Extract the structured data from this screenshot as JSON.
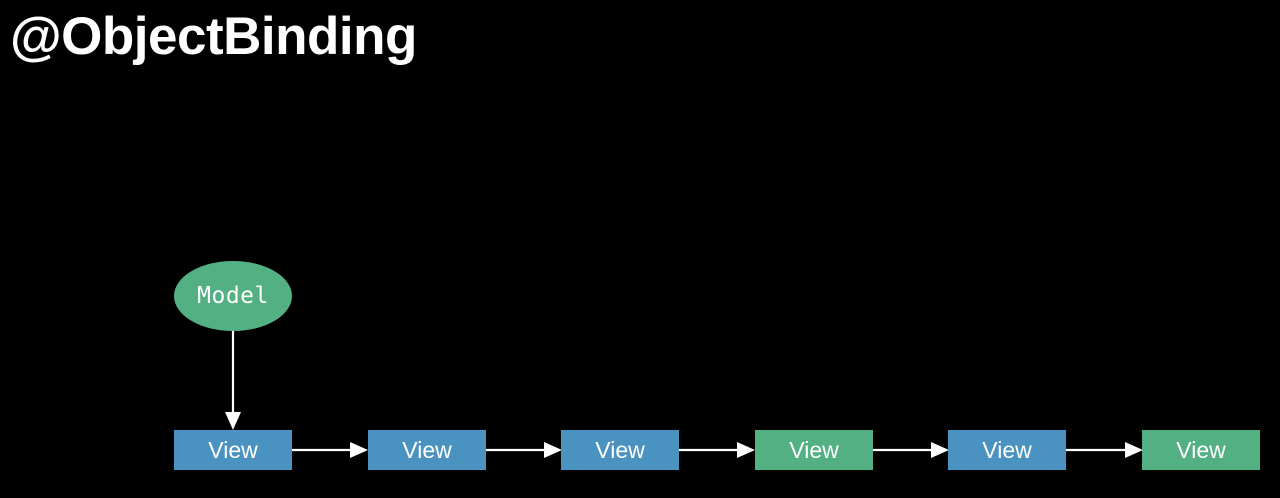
{
  "slide": {
    "title": "@ObjectBinding",
    "background_color": "#000000",
    "title_color": "#ffffff"
  },
  "colors": {
    "blue": "#4a92c0",
    "green": "#52b083",
    "arrow": "#ffffff",
    "node_text": "#ffffff"
  },
  "diagram": {
    "type": "flow",
    "model_node": {
      "label": "Model",
      "shape": "ellipse",
      "color": "#52b083"
    },
    "view_nodes": [
      {
        "label": "View",
        "shape": "rect",
        "color": "#4a92c0",
        "color_name": "blue"
      },
      {
        "label": "View",
        "shape": "rect",
        "color": "#4a92c0",
        "color_name": "blue"
      },
      {
        "label": "View",
        "shape": "rect",
        "color": "#4a92c0",
        "color_name": "blue"
      },
      {
        "label": "View",
        "shape": "rect",
        "color": "#52b083",
        "color_name": "green"
      },
      {
        "label": "View",
        "shape": "rect",
        "color": "#4a92c0",
        "color_name": "blue"
      },
      {
        "label": "View",
        "shape": "rect",
        "color": "#52b083",
        "color_name": "green"
      }
    ],
    "connector_count": 6
  }
}
